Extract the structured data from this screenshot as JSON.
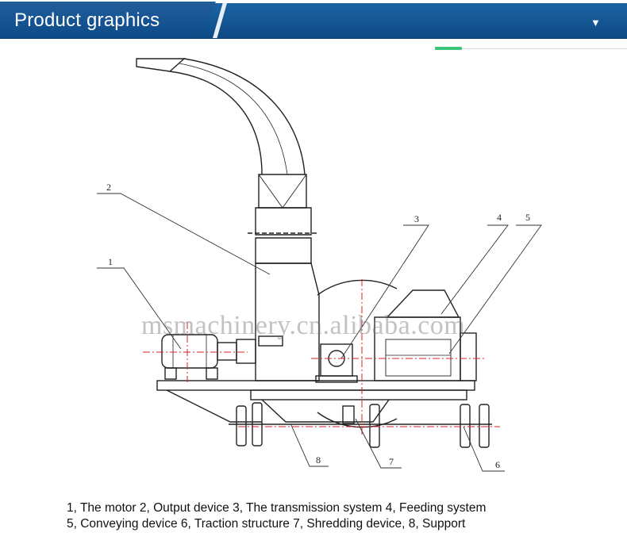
{
  "header": {
    "title": "Product graphics",
    "toggle_icon": "triangle-down-icon",
    "colors": {
      "bar": "#0d4a86",
      "accent": "#3cc47a"
    }
  },
  "diagram": {
    "callouts": [
      "1",
      "2",
      "3",
      "4",
      "5",
      "6",
      "7",
      "8"
    ],
    "watermark": "msmachinery.cn.alibaba.com"
  },
  "caption": {
    "line1": "1, The motor 2, Output device 3, The transmission system 4, Feeding system",
    "line2": "5, Conveying device 6, Traction structure 7, Shredding device, 8, Support"
  }
}
